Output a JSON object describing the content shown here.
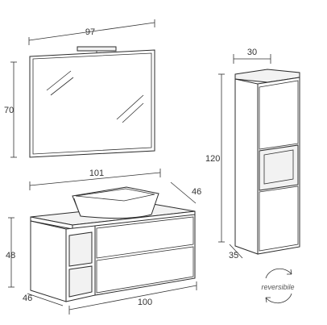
{
  "dimensions": {
    "mirror_width": "97",
    "mirror_height": "70",
    "cabinet_width": "30",
    "cabinet_height": "120",
    "cabinet_depth": "35",
    "vanity_top_width": "101",
    "vanity_top_depth": "46",
    "vanity_height": "48",
    "vanity_depth": "46",
    "vanity_width": "100"
  },
  "labels": {
    "reversible": "reversibile"
  }
}
